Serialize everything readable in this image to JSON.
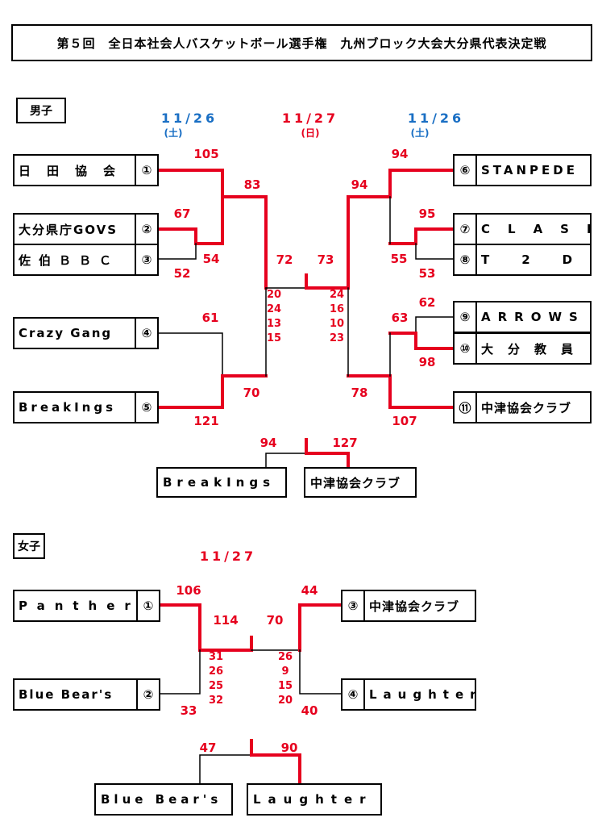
{
  "title": "第５回　全日本社会人バスケットボール選手権　九州ブロック大会大分県代表決定戦",
  "men": {
    "label": "男子",
    "dates": {
      "left": "11/26",
      "left_dow": "(土)",
      "center": "11/27",
      "center_dow": "(日)",
      "right": "11/26",
      "right_dow": "(土)"
    },
    "teams": [
      {
        "num": "①",
        "name": "日田協会"
      },
      {
        "num": "②",
        "name": "大分県庁GOVS"
      },
      {
        "num": "③",
        "name": "佐伯ＢＢＣ"
      },
      {
        "num": "④",
        "name": "Crazy Gang"
      },
      {
        "num": "⑤",
        "name": "BreakIngs"
      },
      {
        "num": "⑥",
        "name": "STANPEDE"
      },
      {
        "num": "⑦",
        "name": "CLASH"
      },
      {
        "num": "⑧",
        "name": "T2D"
      },
      {
        "num": "⑨",
        "name": "ARROWS"
      },
      {
        "num": "⑩",
        "name": "大分教員"
      },
      {
        "num": "⑪",
        "name": "中津協会クラブ"
      }
    ],
    "scores": {
      "s105": "105",
      "s67": "67",
      "s52": "52",
      "s54": "54",
      "s83": "83",
      "s61": "61",
      "s121": "121",
      "s70": "70",
      "s72": "72",
      "s73": "73",
      "s94a": "94",
      "s95": "95",
      "s53": "53",
      "s55": "55",
      "s94b": "94",
      "s62": "62",
      "s98": "98",
      "s63": "63",
      "s107": "107",
      "s78": "78"
    },
    "final_quarters_left": [
      "20",
      "24",
      "13",
      "15"
    ],
    "final_quarters_right": [
      "24",
      "16",
      "10",
      "23"
    ],
    "playoff": {
      "left_score": "94",
      "right_score": "127",
      "left_team": "BreakIngs",
      "right_team": "中津協会クラブ"
    }
  },
  "women": {
    "label": "女子",
    "date": "11/27",
    "teams": [
      {
        "num": "①",
        "name": "Panthers"
      },
      {
        "num": "②",
        "name": "Blue Bear's"
      },
      {
        "num": "③",
        "name": "中津協会クラブ"
      },
      {
        "num": "④",
        "name": "Laughter"
      }
    ],
    "scores": {
      "s106": "106",
      "s33": "33",
      "s114": "114",
      "s70": "70",
      "s44": "44",
      "s40": "40"
    },
    "final_quarters_left": [
      "31",
      "26",
      "25",
      "32"
    ],
    "final_quarters_right": [
      "26",
      "9",
      "15",
      "20"
    ],
    "playoff": {
      "left_score": "47",
      "right_score": "90",
      "left_team": "Blue Bear's",
      "right_team": "Laughter"
    }
  },
  "colors": {
    "winner_line": "#e6001e",
    "loser_line": "#000000",
    "date_blue": "#1a6fc4",
    "score_red": "#e6001e"
  }
}
